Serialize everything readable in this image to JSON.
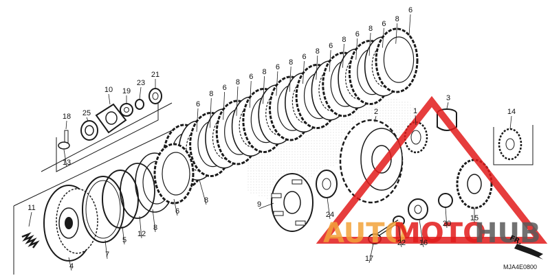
{
  "diagram": {
    "part_labels": [
      "1",
      "2",
      "3",
      "4",
      "5",
      "6",
      "7",
      "8",
      "9",
      "10",
      "11",
      "12",
      "13",
      "14",
      "15",
      "16",
      "17",
      "18",
      "19",
      "20",
      "21",
      "22",
      "23",
      "24",
      "25"
    ],
    "stack_labels": [
      "6",
      "8",
      "6",
      "8",
      "6",
      "8",
      "6",
      "8",
      "6",
      "8",
      "6",
      "8",
      "6",
      "8",
      "6",
      "8",
      "6"
    ],
    "lower_labels": [
      "8",
      "6",
      "8"
    ],
    "direction_label": "FR.",
    "diagram_code": "MJA4E0800",
    "watermark": {
      "word1": "AUTO",
      "word2": "MOTO",
      "word3": "HUB"
    },
    "colors": {
      "line": "#1a1a1a",
      "watermark_red": "#e21b1b",
      "watermark_orange": "#f3a33a",
      "watermark_grey": "#5a5a5a",
      "dot_pattern": "#9a9a9a"
    }
  }
}
